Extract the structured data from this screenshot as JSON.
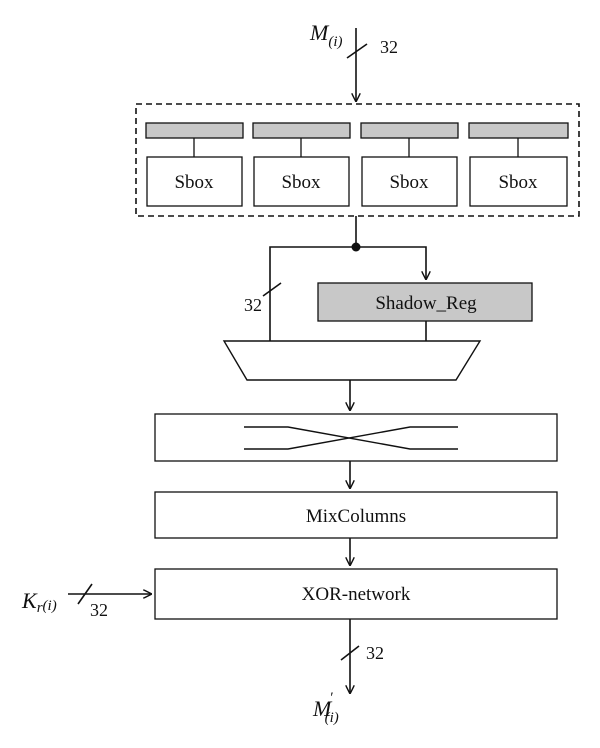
{
  "colors": {
    "line": "#111111",
    "fill_gray": "#c8c8c8",
    "background": "#ffffff"
  },
  "input_signal": {
    "main": "M",
    "sub": "(i)"
  },
  "input_bus_width": "32",
  "sboxes": [
    "Sbox",
    "Sbox",
    "Sbox",
    "Sbox"
  ],
  "branch_bus_width": "32",
  "shadow_register": "Shadow_Reg",
  "mix_columns": "MixColumns",
  "xor_network": "XOR-network",
  "key_signal": {
    "main": "K",
    "sub1": "r",
    "sub2": "(i)"
  },
  "key_bus_width": "32",
  "output_bus_width": "32",
  "output_signal": {
    "main": "M",
    "prime": "′",
    "sub": "(i)"
  }
}
